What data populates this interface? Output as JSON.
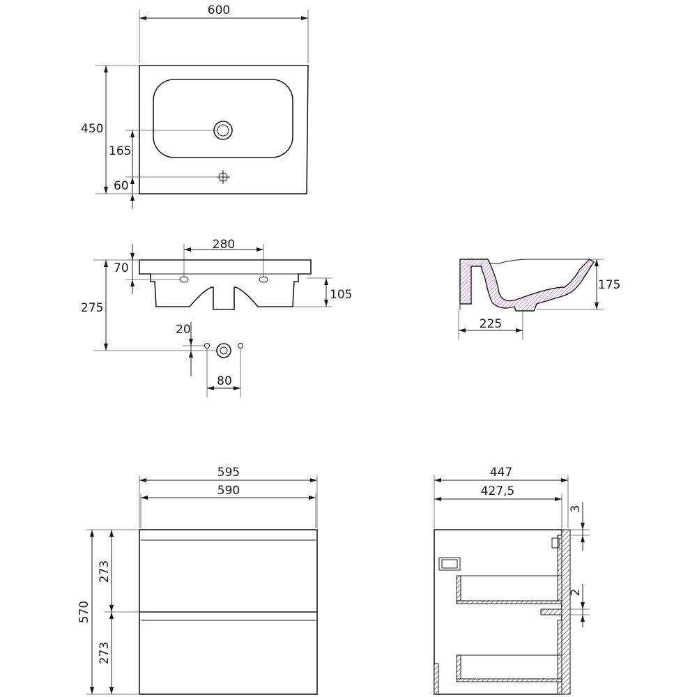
{
  "basin_top": {
    "width": "600",
    "depth": "450",
    "drain_offset": "165",
    "tap_offset": "60"
  },
  "basin_front": {
    "mount_holes_spacing": "280",
    "mount_holes_height": "70",
    "siphon_depth": "105",
    "total_height": "275",
    "drain_hole_offset": "20",
    "drain_holes_spacing": "80"
  },
  "basin_section": {
    "bowl_depth": "175",
    "drain_distance": "225"
  },
  "cabinet_front": {
    "outer_width": "595",
    "inner_width": "590",
    "total_height": "570",
    "drawer_top_height": "273",
    "drawer_bottom_height": "273"
  },
  "cabinet_side": {
    "outer_depth": "447",
    "inner_depth": "427,5",
    "top_gap": "3",
    "drawer_gap": "2"
  }
}
